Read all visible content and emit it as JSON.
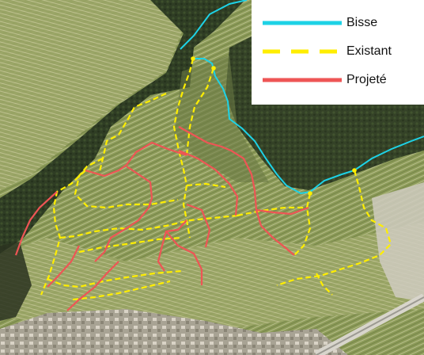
{
  "legend": {
    "items": [
      {
        "label": "Bisse",
        "color": "#1ed2e6",
        "style": "solid"
      },
      {
        "label": "Existant",
        "color": "#ffee00",
        "style": "dashed"
      },
      {
        "label": "Projeté",
        "color": "#ee5555",
        "style": "solid"
      }
    ]
  },
  "colors": {
    "bisse": "#1ed2e6",
    "existant": "#ffee00",
    "projete": "#ee5555",
    "forest": "#2c3a22",
    "vineyard": "#8a9a55",
    "village": "#b5ad9f"
  }
}
